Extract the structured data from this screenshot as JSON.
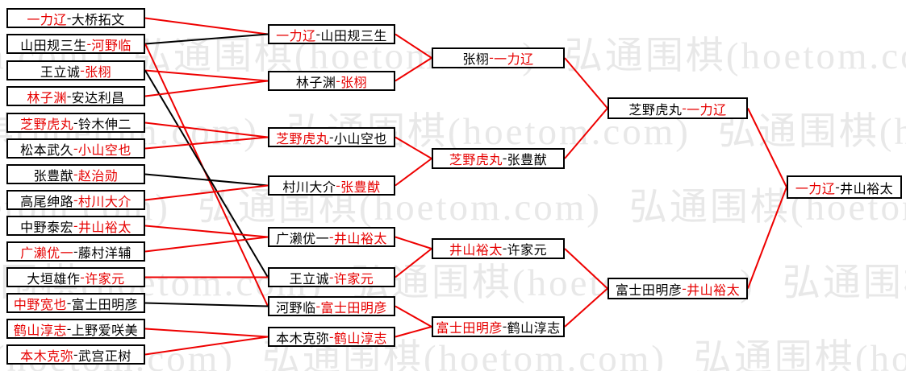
{
  "watermark": {
    "text": "弘通围棋(hoetom.com)"
  },
  "separator": "-",
  "colors": {
    "winner_text": "#e60000",
    "player_text": "#000000",
    "line_red": "#ee0000",
    "line_black": "#000000",
    "watermark_text": "#e8e8e8",
    "box_border": "#000000",
    "box_bg": "#ffffff"
  },
  "bracket": {
    "rounds": [
      {
        "id": "round-1",
        "matches": [
          {
            "p1": "一力辽",
            "p2": "大桥拓文",
            "red": 1
          },
          {
            "p1": "山田规三生",
            "p2": "河野临",
            "red": 2
          },
          {
            "p1": "王立诚",
            "p2": "张栩",
            "red": 2
          },
          {
            "p1": "林子渊",
            "p2": "安达利昌",
            "red": 1
          },
          {
            "p1": "芝野虎丸",
            "p2": "铃木伸二",
            "red": 1
          },
          {
            "p1": "松本武久",
            "p2": "小山空也",
            "red": 2
          },
          {
            "p1": "张豊猷",
            "p2": "赵治勋",
            "red": 2
          },
          {
            "p1": "高尾绅路",
            "p2": "村川大介",
            "red": 2
          },
          {
            "p1": "中野泰宏",
            "p2": "井山裕太",
            "red": 2
          },
          {
            "p1": "广濑优一",
            "p2": "藤村洋辅",
            "red": 1
          },
          {
            "p1": "大垣雄作",
            "p2": "许家元",
            "red": 2
          },
          {
            "p1": "中野宽也",
            "p2": "富士田明彦",
            "red": 1
          },
          {
            "p1": "鹤山淳志",
            "p2": "上野爱咲美",
            "red": 1
          },
          {
            "p1": "本木克弥",
            "p2": "武宫正树",
            "red": 1
          }
        ]
      },
      {
        "id": "round-2",
        "matches": [
          {
            "p1": "一力辽",
            "p2": "山田规三生",
            "red": 1
          },
          {
            "p1": "林子渊",
            "p2": "张栩",
            "red": 2
          },
          {
            "p1": "芝野虎丸",
            "p2": "小山空也",
            "red": 1
          },
          {
            "p1": "村川大介",
            "p2": "张豊猷",
            "red": 2
          },
          {
            "p1": "广濑优一",
            "p2": "井山裕太",
            "red": 2
          },
          {
            "p1": "王立诚",
            "p2": "许家元",
            "red": 2
          },
          {
            "p1": "河野临",
            "p2": "富士田明彦",
            "red": 2
          },
          {
            "p1": "本木克弥",
            "p2": "鹤山淳志",
            "red": 2
          }
        ]
      },
      {
        "id": "quarterfinal",
        "matches": [
          {
            "p1": "张栩",
            "p2": "一力辽",
            "red": 2
          },
          {
            "p1": "芝野虎丸",
            "p2": "张豊猷",
            "red": 1
          },
          {
            "p1": "井山裕太",
            "p2": "许家元",
            "red": 1
          },
          {
            "p1": "富士田明彦",
            "p2": "鹤山淳志",
            "red": 1
          }
        ]
      },
      {
        "id": "semifinal",
        "matches": [
          {
            "p1": "芝野虎丸",
            "p2": "一力辽",
            "red": 2
          },
          {
            "p1": "富士田明彦",
            "p2": "井山裕太",
            "red": 2
          }
        ]
      },
      {
        "id": "final",
        "matches": [
          {
            "p1": "一力辽",
            "p2": "井山裕太",
            "red": 1
          }
        ]
      }
    ],
    "connectors": [
      {
        "from": [
          0,
          0
        ],
        "to": [
          1,
          0
        ],
        "color": "red"
      },
      {
        "from": [
          0,
          1
        ],
        "to": [
          1,
          0
        ],
        "color": "black"
      },
      {
        "from": [
          0,
          1
        ],
        "to": [
          1,
          6
        ],
        "color": "red"
      },
      {
        "from": [
          0,
          2
        ],
        "to": [
          1,
          1
        ],
        "color": "red"
      },
      {
        "from": [
          0,
          2
        ],
        "to": [
          1,
          5
        ],
        "color": "black"
      },
      {
        "from": [
          0,
          3
        ],
        "to": [
          1,
          1
        ],
        "color": "red"
      },
      {
        "from": [
          0,
          4
        ],
        "to": [
          1,
          2
        ],
        "color": "red"
      },
      {
        "from": [
          0,
          5
        ],
        "to": [
          1,
          2
        ],
        "color": "red"
      },
      {
        "from": [
          0,
          6
        ],
        "to": [
          1,
          3
        ],
        "color": "black"
      },
      {
        "from": [
          0,
          7
        ],
        "to": [
          1,
          3
        ],
        "color": "red"
      },
      {
        "from": [
          0,
          8
        ],
        "to": [
          1,
          4
        ],
        "color": "red"
      },
      {
        "from": [
          0,
          9
        ],
        "to": [
          1,
          4
        ],
        "color": "red"
      },
      {
        "from": [
          0,
          10
        ],
        "to": [
          1,
          5
        ],
        "color": "red"
      },
      {
        "from": [
          0,
          11
        ],
        "to": [
          1,
          6
        ],
        "color": "black"
      },
      {
        "from": [
          0,
          12
        ],
        "to": [
          1,
          7
        ],
        "color": "red"
      },
      {
        "from": [
          0,
          13
        ],
        "to": [
          1,
          7
        ],
        "color": "red"
      },
      {
        "from": [
          1,
          0
        ],
        "to": [
          2,
          0
        ],
        "color": "red"
      },
      {
        "from": [
          1,
          1
        ],
        "to": [
          2,
          0
        ],
        "color": "red"
      },
      {
        "from": [
          1,
          2
        ],
        "to": [
          2,
          1
        ],
        "color": "red"
      },
      {
        "from": [
          1,
          3
        ],
        "to": [
          2,
          1
        ],
        "color": "red"
      },
      {
        "from": [
          1,
          4
        ],
        "to": [
          2,
          2
        ],
        "color": "red"
      },
      {
        "from": [
          1,
          5
        ],
        "to": [
          2,
          2
        ],
        "color": "red"
      },
      {
        "from": [
          1,
          6
        ],
        "to": [
          2,
          3
        ],
        "color": "red"
      },
      {
        "from": [
          1,
          7
        ],
        "to": [
          2,
          3
        ],
        "color": "red"
      },
      {
        "from": [
          2,
          0
        ],
        "to": [
          3,
          0
        ],
        "color": "red"
      },
      {
        "from": [
          2,
          1
        ],
        "to": [
          3,
          0
        ],
        "color": "red"
      },
      {
        "from": [
          2,
          2
        ],
        "to": [
          3,
          1
        ],
        "color": "red"
      },
      {
        "from": [
          2,
          3
        ],
        "to": [
          3,
          1
        ],
        "color": "red"
      },
      {
        "from": [
          3,
          0
        ],
        "to": [
          4,
          0
        ],
        "color": "red"
      },
      {
        "from": [
          3,
          1
        ],
        "to": [
          4,
          0
        ],
        "color": "red"
      }
    ]
  }
}
